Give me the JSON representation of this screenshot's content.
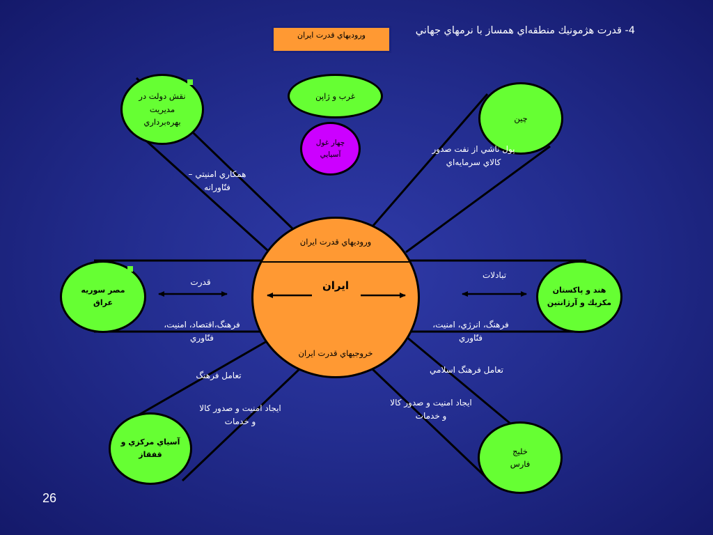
{
  "title": "4- قدرت هژمونيك منطقه‌اي همساز با نرمهاي جهاني",
  "legend": "وروديهاي قدرت ايران",
  "page_number": "26",
  "center": {
    "top_label": "وروديهاي قدرت ايران",
    "name": "ايران",
    "bottom_label": "خروجيهاي قدرت ايران"
  },
  "nodes": {
    "top_left_line1": "نقش دولت در",
    "top_left_line2": "مديريت",
    "top_left_line3": "بهره‌برداري",
    "west_japan": "غرب و ژاپن",
    "asian_tigers_line1": "چهار غول",
    "asian_tigers_line2": "آسيايي",
    "china": "چين",
    "left_line1": "مصر سوريه",
    "left_line2": "عراق",
    "right_line1": "هند و پاكستان",
    "right_line2": "مكزيك و آرژانتين",
    "central_asia_line1": "آسياي مركزي و",
    "central_asia_line2": "قفقاز",
    "gulf_line1": "خليج",
    "gulf_line2": "فارس"
  },
  "labels": {
    "security_tech_line1": "همكاري امنيتي –",
    "security_tech_line2": "فنّاورانه",
    "oil_money_line1": "پول ناشي از نفت صدور",
    "oil_money_line2": "كالاي سرمايه‌اي",
    "power": "قدرت",
    "exchanges": "تبادلات",
    "left_culture_line1": "فرهنگ،اقتصاد، امنيت،",
    "left_culture_line2": "فنّاوري",
    "right_culture_line1": "فرهنگ، انرژي، امنيت،",
    "right_culture_line2": "فنّاوري",
    "cultural_interaction": "تعامل فرهنگ",
    "islamic_interaction": "تعامل فرهنگ اسلامي",
    "bl_security_line1": "ايجاد امنيت و صدور كالا",
    "bl_security_line2": "و خدمات",
    "br_security_line1": "ايجاد امنيت و صدور كالا",
    "br_security_line2": "و خدمات"
  },
  "colors": {
    "background": "#232d8f",
    "node_green": "#66ff33",
    "node_purple": "#cc00ff",
    "center_orange": "#ff9933"
  },
  "icons": [
    "double-arrow-left",
    "double-arrow-right",
    "left-arrow",
    "right-arrow"
  ]
}
